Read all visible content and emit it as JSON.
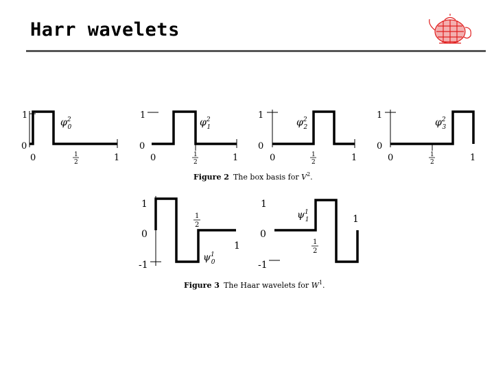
{
  "title": "Harr wavelets",
  "logo": "teapot-logo",
  "figure2": {
    "caption_label": "Figure 2",
    "caption_text": "The box basis for ",
    "caption_space": "V",
    "caption_sup": "2",
    "caption_end": ".",
    "y_high": "1",
    "y_low": "0",
    "x_start": "0",
    "x_half_num": "1",
    "x_half_den": "2",
    "x_end": "1",
    "functions": [
      {
        "name": "φ",
        "sup": "2",
        "sub": "0"
      },
      {
        "name": "φ",
        "sup": "2",
        "sub": "1"
      },
      {
        "name": "φ",
        "sup": "2",
        "sub": "2"
      },
      {
        "name": "φ",
        "sup": "2",
        "sub": "3"
      }
    ]
  },
  "figure3": {
    "caption_label": "Figure 3",
    "caption_text": "The Haar wavelets for ",
    "caption_space": "W",
    "caption_sup": "1",
    "caption_end": ".",
    "y_high": "1",
    "y_zero": "0",
    "y_low": "-1",
    "x_half_num": "1",
    "x_half_den": "2",
    "x_end": "1",
    "functions": [
      {
        "name": "ψ",
        "sup": "1",
        "sub": "0"
      },
      {
        "name": "ψ",
        "sup": "1",
        "sub": "1"
      }
    ]
  },
  "colors": {
    "rule": "#555555",
    "logo": "#e02020",
    "curve": "#000000"
  }
}
